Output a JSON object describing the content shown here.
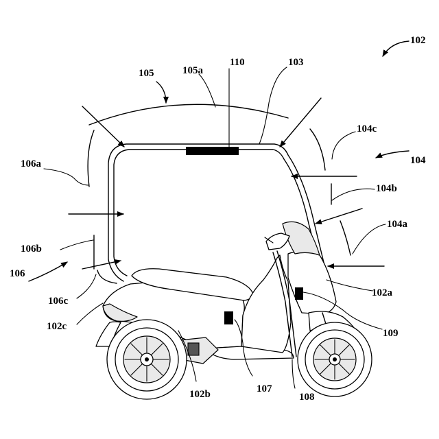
{
  "figure": {
    "labels": {
      "l102": "102",
      "l102a": "102a",
      "l102b": "102b",
      "l102c": "102c",
      "l103": "103",
      "l104": "104",
      "l104a": "104a",
      "l104b": "104b",
      "l104c": "104c",
      "l105": "105",
      "l105a": "105a",
      "l106": "106",
      "l106a": "106a",
      "l106b": "106b",
      "l106c": "106c",
      "l107": "107",
      "l108": "108",
      "l109": "109",
      "l110": "110"
    },
    "colors": {
      "ink": "#000000",
      "paper": "#ffffff",
      "shade": "#e9e9e9"
    },
    "components": [
      "canopy-frame",
      "roof-panel",
      "scooter-body",
      "front-wheel",
      "rear-wheel",
      "seat",
      "handlebar"
    ]
  }
}
